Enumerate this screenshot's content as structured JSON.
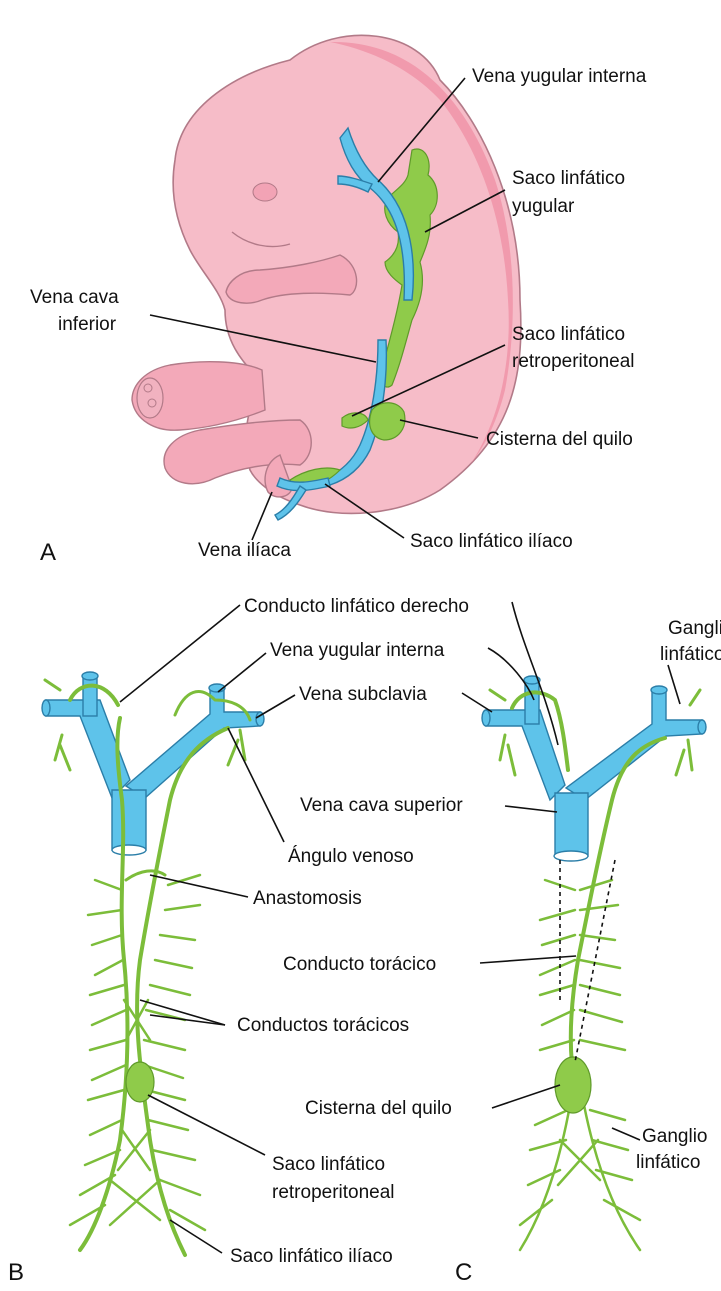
{
  "panels": {
    "a": {
      "letter": "A",
      "labels": {
        "vena_yugular_interna": "Vena yugular interna",
        "saco_yugular_1": "Saco linfático",
        "saco_yugular_2": "yugular",
        "vena_cava_inferior_1": "Vena cava",
        "vena_cava_inferior_2": "inferior",
        "saco_retro_1": "Saco linfático",
        "saco_retro_2": "retroperitoneal",
        "cisterna_del_quilo": "Cisterna del quilo",
        "vena_iliaca": "Vena ilíaca",
        "saco_iliaco": "Saco linfático ilíaco"
      }
    },
    "b": {
      "letter": "B",
      "labels": {
        "conducto_derecho": "Conducto linfático derecho",
        "vena_yugular_interna": "Vena yugular interna",
        "vena_subclavia": "Vena subclavia",
        "vena_cava_superior": "Vena cava superior",
        "angulo_venoso": "Ángulo venoso",
        "anastomosis": "Anastomosis",
        "conductos_toracicos": "Conductos torácicos",
        "saco_retro_1": "Saco linfático",
        "saco_retro_2": "retroperitoneal",
        "saco_iliaco": "Saco linfático ilíaco"
      }
    },
    "c": {
      "letter": "C",
      "labels": {
        "ganglio_top_1": "Ganglio",
        "ganglio_top_2": "linfático",
        "conducto_toracico": "Conducto torácico",
        "cisterna_del_quilo": "Cisterna del quilo",
        "ganglio_bottom_1": "Ganglio",
        "ganglio_bottom_2": "linfático"
      }
    }
  },
  "colors": {
    "vein": "#5ec3ea",
    "lymphatic": "#8fcb4a",
    "embryo": "#f6bcc8"
  }
}
